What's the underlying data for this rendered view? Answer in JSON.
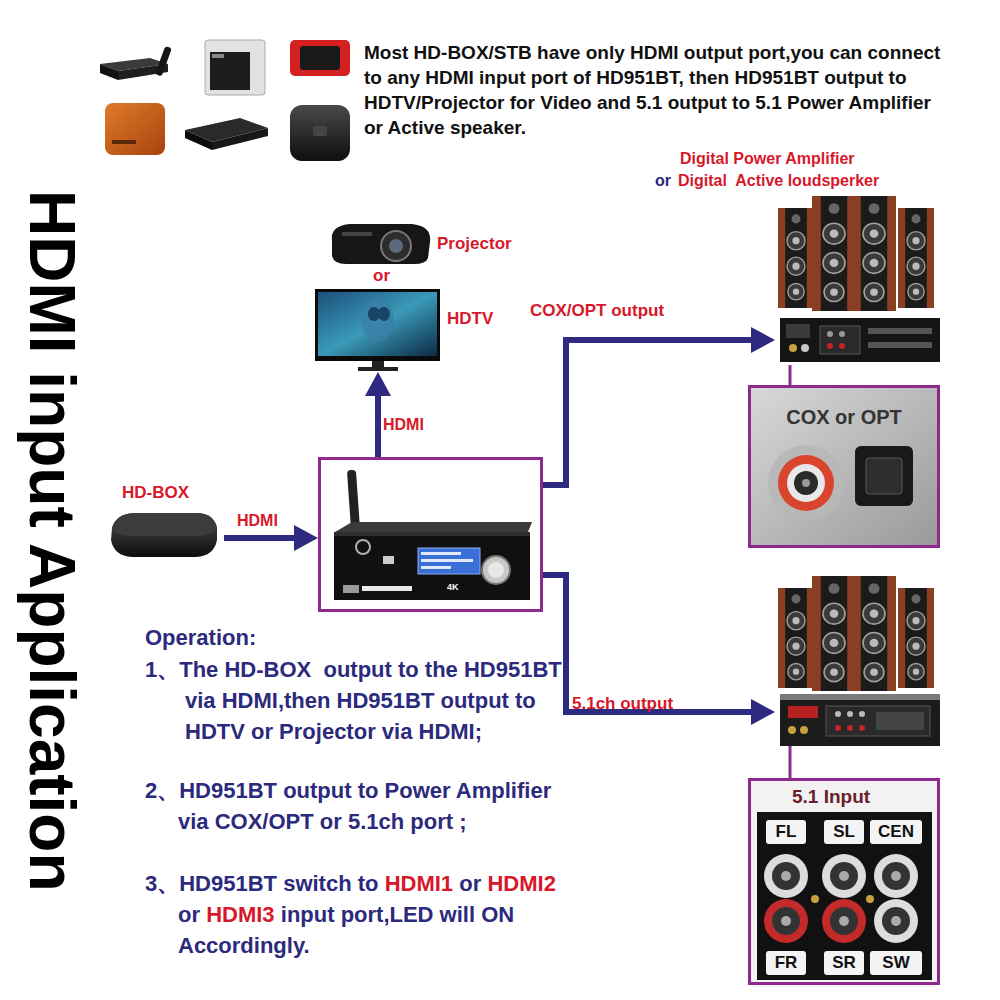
{
  "diagram": {
    "title": "HDMI input Application",
    "nodes": [
      {
        "text": [
          "HD-BOX"
        ]
      },
      {
        "text": [
          "Projector",
          "or",
          "HDTV"
        ]
      },
      {
        "text": [
          "4K"
        ]
      },
      {
        "text": [
          "Digital Power Amplifier",
          "or",
          "Digital  Active loudsperker"
        ]
      },
      {
        "text": [
          "COX or OPT"
        ]
      },
      {
        "text": [
          "5.1 Input"
        ]
      }
    ],
    "edges": [
      {
        "from": 0,
        "to": 2,
        "arrow": "to",
        "label": "HDMI"
      },
      {
        "from": 2,
        "to": 1,
        "arrow": "to",
        "label": "HDMI"
      },
      {
        "from": 2,
        "to": 3,
        "arrow": "to",
        "label": "COX/OPT output"
      },
      {
        "from": 3,
        "to": 4,
        "arrow": "none"
      },
      {
        "from": 2,
        "to": 5,
        "arrow": "to",
        "label": "5.1ch output"
      }
    ],
    "labels": [
      "Most HD-BOX/STB have only HDMI output port,you can connect to any HDMI input port of HD951BT, then HD951BT output to HDTV/Projector for Video and 5.1 output to 5.1 Power Amplifier or Active speaker.",
      "Operation:",
      "1、The HD-BOX  output to the HD951BT via HDMI,then HD951BT output to HDTV or Projector via HDMI;",
      "2、HD951BT output to Power Amplifier via COX/OPT or 5.1ch port ;",
      "3、HD951BT switch to",
      "HDMI1",
      "or",
      "HDMI2",
      "or",
      "HDMI3",
      "input port,LED will ON Accordingly.",
      "FL",
      "SL",
      "CEN",
      "FR",
      "SR",
      "SW"
    ]
  }
}
